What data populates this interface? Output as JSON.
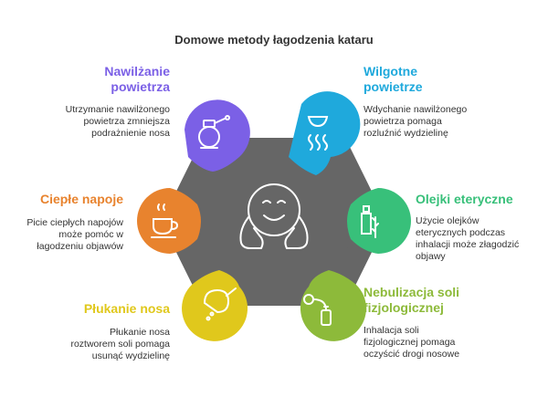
{
  "title": "Domowe metody łagodzenia kataru",
  "colors": {
    "hub": "#666666",
    "purple": "#7B60E6",
    "cyan": "#1FA9DC",
    "orange": "#E8832E",
    "green": "#38C07A",
    "yellow": "#E0C81C",
    "lime": "#8DBA3A"
  },
  "items": [
    {
      "label": "Nawilżanie\npowietrza",
      "desc": "Utrzymanie nawilżonego\npowietrza zmniejsza\npodrażnienie nosa",
      "icon": "humidifier-icon",
      "color": "#7B60E6"
    },
    {
      "label": "Wilgotne\npowietrze",
      "desc": "Wdychanie nawilżonego\npowietrza pomaga\nrozluźnić wydzielinę",
      "icon": "steam-icon",
      "color": "#1FA9DC"
    },
    {
      "label": "Ciepłe napoje",
      "desc": "Picie ciepłych napojów\nmoże pomóc w\nłagodzeniu objawów",
      "icon": "hot-cup-icon",
      "color": "#E8832E"
    },
    {
      "label": "Olejki eteryczne",
      "desc": "Użycie olejków\neterycznych podczas\ninhalacji może złagodzić\nobjawy",
      "icon": "oil-bottle-icon",
      "color": "#38C07A"
    },
    {
      "label": "Płukanie nosa",
      "desc": "Płukanie nosa\nroztworem soli pomaga\nusunąć wydzielinę",
      "icon": "nasal-rinse-icon",
      "color": "#E0C81C"
    },
    {
      "label": "Nebulizacja soli\nfizjologicznej",
      "desc": "Inhalacja soli\nfizjologicznej pomaga\noczyścić drogi nosowe",
      "icon": "nebulizer-icon",
      "color": "#8DBA3A"
    }
  ]
}
